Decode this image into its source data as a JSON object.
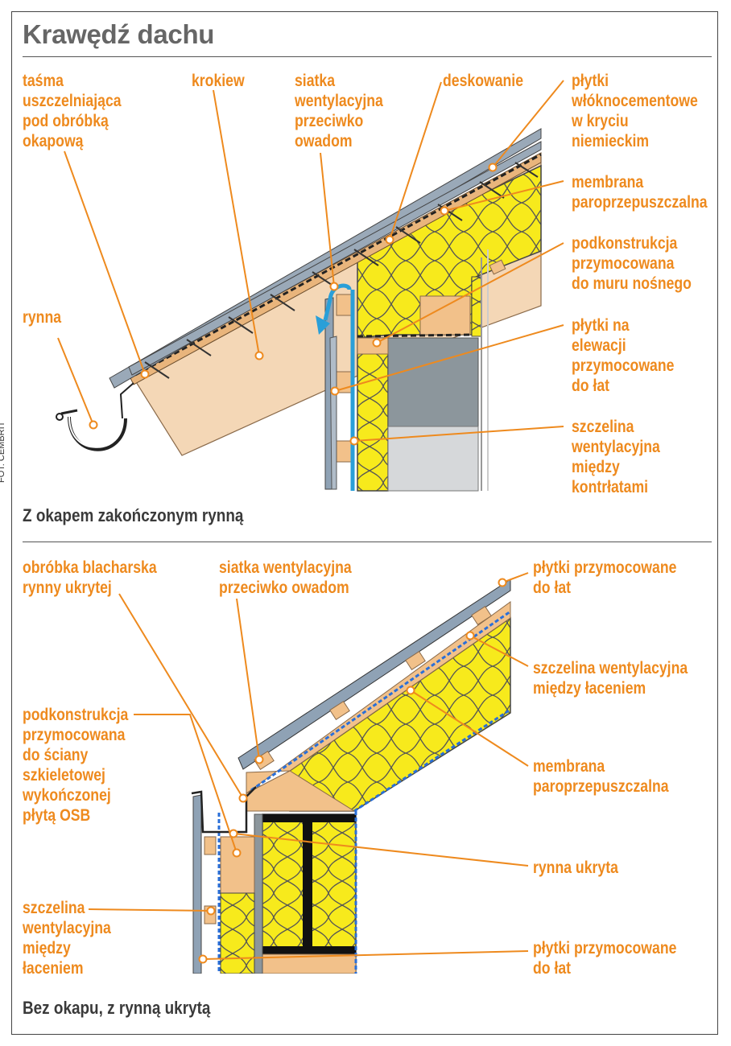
{
  "title": "Krawędź dachu",
  "credit": "FOT. CEMBRIT",
  "top": {
    "caption": "Z okapem zakończonym rynną",
    "labels": {
      "tasma": "taśma\nuszczelniająca\npod obróbką\nokapową",
      "krokiew": "krokiew",
      "siatka": "siatka\nwentylacyjna\nprzeciwko\nowadom",
      "deskowanie": "deskowanie",
      "plytki_wlokno": "płytki\nwłóknocementowe\nw kryciu\nniemieckim",
      "membrana": "membrana\nparoprzepuszczalna",
      "podkonstrukcja": "podkonstrukcja\nprzymocowana\ndo muru nośnego",
      "plytki_elewacji": "płytki na\nelewacji\nprzymocowane\ndo łat",
      "szczelina": "szczelina\nwentylacyjna\nmiędzy\nkontrłatami",
      "rynna": "rynna"
    }
  },
  "bottom": {
    "caption": "Bez okapu, z rynną ukrytą",
    "labels": {
      "obrobka": "obróbka blacharska\nrynny ukrytej",
      "siatka": "siatka wentylacyjna\nprzeciwko owadom",
      "plytki_top": "płytki przymocowane\ndo łat",
      "szczelina_top": "szczelina wentylacyjna\nmiędzy łaceniem",
      "podkonstrukcja": "podkonstrukcja\nprzymocowana\ndo ściany\nszkieletowej\nwykończonej\npłytą OSB",
      "membrana": "membrana\nparoprzepuszczalna",
      "rynna_ukryta": "rynna ukryta",
      "szczelina_left": "szczelina\nwentylacyjna\nmiędzy\nłaceniem",
      "plytki_bottom": "płytki przymocowane\ndo łat"
    }
  },
  "colors": {
    "callout": "#ee8a1e",
    "insulation": "#f7ea1c",
    "timber": "#f2c18a",
    "rafter": "#f4d7b6",
    "masonry": "#8c969c",
    "block": "#d6d8da",
    "tile": "#8fa2b5",
    "airflow": "#2a9fd8"
  }
}
